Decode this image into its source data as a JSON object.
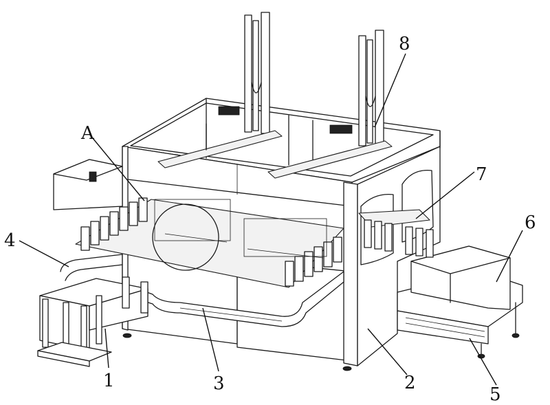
{
  "callouts": [
    {
      "id": "1",
      "label": "1"
    },
    {
      "id": "2",
      "label": "2"
    },
    {
      "id": "3",
      "label": "3"
    },
    {
      "id": "4",
      "label": "4"
    },
    {
      "id": "5",
      "label": "5"
    },
    {
      "id": "6",
      "label": "6"
    },
    {
      "id": "7",
      "label": "7"
    },
    {
      "id": "8",
      "label": "8"
    },
    {
      "id": "A",
      "label": "A"
    }
  ],
  "colors": {
    "line": "#1a1a1a",
    "background": "#ffffff"
  }
}
